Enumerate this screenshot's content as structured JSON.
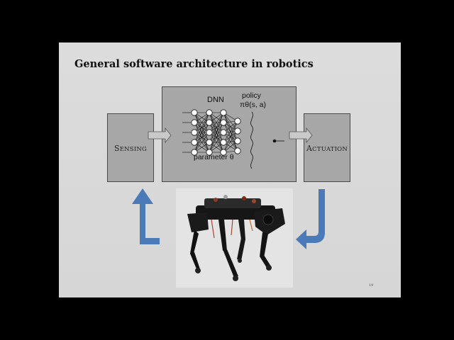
{
  "slide": {
    "title": "General software architecture in robotics",
    "page_number": "19"
  },
  "diagram": {
    "sensing": {
      "first": "S",
      "rest": "ENSING"
    },
    "actuation": {
      "first": "A",
      "rest": "CTUATION"
    },
    "dnn_label": "DNN",
    "policy_label": "policy",
    "policy_symbol": "πθ(s, a)",
    "parameter_label": "parameter θ"
  },
  "colors": {
    "slide_bg": "#d9d9d9",
    "box_fill": "#a7a7a7",
    "arrow_blue": "#4a7ab8"
  }
}
